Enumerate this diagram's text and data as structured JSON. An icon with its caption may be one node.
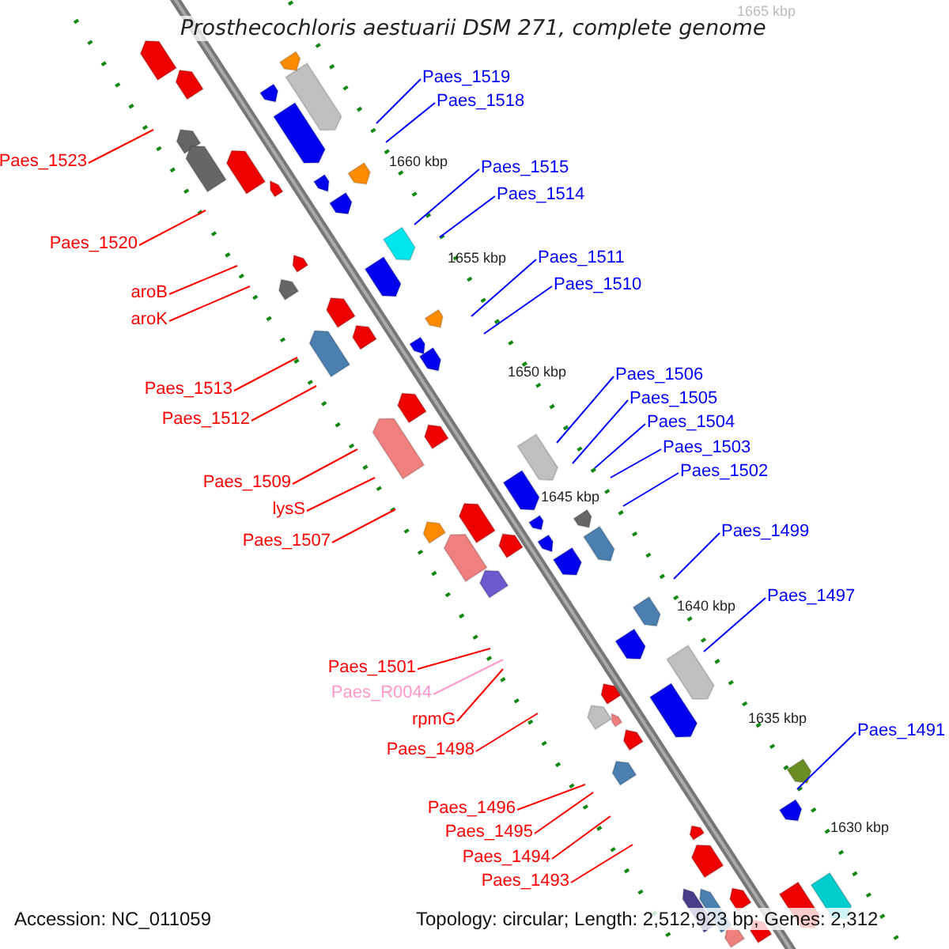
{
  "diagram": {
    "title": "Prosthecochloris aestuarii DSM 271, complete genome",
    "nodes": [
      {
        "text": [
          "Paes_1519"
        ]
      },
      {
        "text": [
          "Paes_1518"
        ]
      },
      {
        "text": [
          "Paes_1523"
        ]
      },
      {
        "text": [
          "Paes_1515"
        ]
      },
      {
        "text": [
          "Paes_1514"
        ]
      },
      {
        "text": [
          "Paes_1520"
        ]
      },
      {
        "text": [
          "Paes_1511"
        ]
      },
      {
        "text": [
          "Paes_1510"
        ]
      },
      {
        "text": [
          "aroB"
        ]
      },
      {
        "text": [
          "aroK"
        ]
      },
      {
        "text": [
          "Paes_1506"
        ]
      },
      {
        "text": [
          "Paes_1513"
        ]
      },
      {
        "text": [
          "Paes_1505"
        ]
      },
      {
        "text": [
          "Paes_1512"
        ]
      },
      {
        "text": [
          "Paes_1504"
        ]
      },
      {
        "text": [
          "Paes_1503"
        ]
      },
      {
        "text": [
          "Paes_1502"
        ]
      },
      {
        "text": [
          "Paes_1509"
        ]
      },
      {
        "text": [
          "lysS"
        ]
      },
      {
        "text": [
          "Paes_1499"
        ]
      },
      {
        "text": [
          "Paes_1507"
        ]
      },
      {
        "text": [
          "Paes_1497"
        ]
      },
      {
        "text": [
          "Paes_1501"
        ]
      },
      {
        "text": [
          "Paes_R0044"
        ]
      },
      {
        "text": [
          "rpmG"
        ]
      },
      {
        "text": [
          "Paes_1491"
        ]
      },
      {
        "text": [
          "Paes_1498"
        ]
      },
      {
        "text": [
          "Paes_1496"
        ]
      },
      {
        "text": [
          "Paes_1495"
        ]
      },
      {
        "text": [
          "Paes_1494"
        ]
      },
      {
        "text": [
          "Paes_1493"
        ]
      }
    ],
    "edges": [
      {
        "from": 0,
        "to": null,
        "arrow": "none",
        "color": "#0000ff"
      },
      {
        "from": 1,
        "to": null,
        "arrow": "none",
        "color": "#0000ff"
      },
      {
        "from": 2,
        "to": null,
        "arrow": "none"
      },
      {
        "from": 3,
        "to": null,
        "arrow": "none",
        "color": "#0000ff"
      },
      {
        "from": 4,
        "to": null,
        "arrow": "none",
        "color": "#0000ff"
      },
      {
        "from": 5,
        "to": null,
        "arrow": "none"
      },
      {
        "from": 6,
        "to": null,
        "arrow": "none",
        "color": "#0000ff"
      },
      {
        "from": 7,
        "to": null,
        "arrow": "none",
        "color": "#0000ff"
      },
      {
        "from": 8,
        "to": null,
        "arrow": "none"
      },
      {
        "from": 9,
        "to": null,
        "arrow": "none"
      },
      {
        "from": 10,
        "to": null,
        "arrow": "none",
        "color": "#0000ff"
      },
      {
        "from": 11,
        "to": null,
        "arrow": "none"
      },
      {
        "from": 12,
        "to": null,
        "arrow": "none",
        "color": "#0000ff"
      },
      {
        "from": 13,
        "to": null,
        "arrow": "none"
      },
      {
        "from": 14,
        "to": null,
        "arrow": "none",
        "color": "#0000ff"
      },
      {
        "from": 15,
        "to": null,
        "arrow": "none",
        "color": "#0000ff"
      },
      {
        "from": 16,
        "to": null,
        "arrow": "none",
        "color": "#0000ff"
      },
      {
        "from": 17,
        "to": null,
        "arrow": "none"
      },
      {
        "from": 18,
        "to": null,
        "arrow": "none"
      },
      {
        "from": 19,
        "to": null,
        "arrow": "none",
        "color": "#0000ff"
      },
      {
        "from": 20,
        "to": null,
        "arrow": "none"
      },
      {
        "from": 21,
        "to": null,
        "arrow": "none",
        "color": "#0000ff"
      },
      {
        "from": 22,
        "to": null,
        "arrow": "none"
      },
      {
        "from": 23,
        "to": null,
        "arrow": "none",
        "color": "#ff99cc"
      },
      {
        "from": 24,
        "to": null,
        "arrow": "none"
      },
      {
        "from": 25,
        "to": null,
        "arrow": "none",
        "color": "#0000ff"
      },
      {
        "from": 26,
        "to": null,
        "arrow": "none"
      },
      {
        "from": 27,
        "to": null,
        "arrow": "none"
      },
      {
        "from": 28,
        "to": null,
        "arrow": "none"
      },
      {
        "from": 29,
        "to": null,
        "arrow": "none"
      },
      {
        "from": 30,
        "to": null,
        "arrow": "none"
      }
    ],
    "labels": [
      "1665 kbp",
      "1660 kbp",
      "1655 kbp",
      "1650 kbp",
      "1645 kbp",
      "1640 kbp",
      "1635 kbp",
      "1630 kbp",
      "Accession: NC_011059",
      "Topology: circular; Length: 2,512,923 bp; Genes: 2,312"
    ]
  }
}
